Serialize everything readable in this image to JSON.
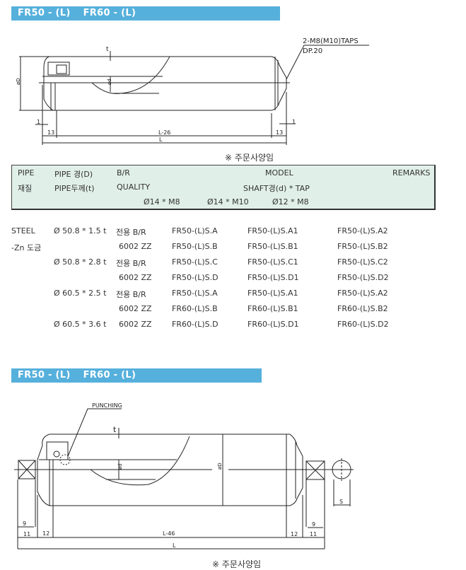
{
  "section1": {
    "title_a": "FR50 - (L)",
    "title_b": "FR60 - (L)",
    "drawing": {
      "tap_label": "2-M8(M10)TAPS",
      "depth_label": "DP.20",
      "t": "t",
      "dD": "øD",
      "dd": "ød",
      "dim_1": "1",
      "dim_13": "13",
      "dim_inner": "L-26",
      "dim_L": "L"
    },
    "note": "※ 주문사양임"
  },
  "table": {
    "header": {
      "col1": [
        "PIPE",
        "재질"
      ],
      "col2": [
        "PIPE 경(D)",
        "PIPE두께(t)"
      ],
      "col3": [
        "B/R",
        "QUALITY"
      ],
      "model": "MODEL",
      "shaft": "SHAFT경(d) * TAP",
      "remarks": "REMARKS",
      "sub": [
        "Ø14 * M8",
        "Ø14 * M10",
        "Ø12 * M8"
      ]
    },
    "rows": [
      {
        "mat": "STEEL",
        "pipe": "Ø 50.8 * 1.5 t",
        "br": "전용 B/R",
        "m1": "FR50-(L)S.A",
        "m2": "FR50-(L)S.A1",
        "m3": "FR50-(L)S.A2"
      },
      {
        "mat": "-Zn 도금",
        "pipe": "",
        "br": "6002 ZZ",
        "m1": "FR50-(L)S.B",
        "m2": "FR50-(L)S.B1",
        "m3": "FR50-(L)S.B2"
      },
      {
        "mat": "",
        "pipe": "Ø 50.8 * 2.8 t",
        "br": "전용 B/R",
        "m1": "FR50-(L)S.C",
        "m2": "FR50-(L)S.C1",
        "m3": "FR50-(L)S.C2"
      },
      {
        "mat": "",
        "pipe": "",
        "br": "6002 ZZ",
        "m1": "FR50-(L)S.D",
        "m2": "FR50-(L)S.D1",
        "m3": "FR50-(L)S.D2"
      },
      {
        "mat": "",
        "pipe": "Ø 60.5 * 2.5 t",
        "br": "전용 B/R",
        "m1": "FR50-(L)S.A",
        "m2": "FR50-(L)S.A1",
        "m3": "FR50-(L)S.A2"
      },
      {
        "mat": "",
        "pipe": "",
        "br": "6002 ZZ",
        "m1": "FR60-(L)S.B",
        "m2": "FR60-(L)S.B1",
        "m3": "FR60-(L)S.B2"
      },
      {
        "mat": "",
        "pipe": "Ø 60.5 * 3.6 t",
        "br": "6002 ZZ",
        "m1": "FR60-(L)S.D",
        "m2": "FR60-(L)S.D1",
        "m3": "FR60-(L)S.D2"
      }
    ]
  },
  "section2": {
    "title_a": "FR50 - (L)",
    "title_b": "FR60 - (L)",
    "drawing": {
      "punching": "PUNCHING",
      "t": "t",
      "dd": "ød",
      "dD": "øD",
      "dim_9": "9",
      "dim_11": "11",
      "dim_12": "12",
      "dim_inner": "L-46",
      "dim_L": "L",
      "dim_S": "S"
    },
    "note": "※ 주문사양임"
  }
}
